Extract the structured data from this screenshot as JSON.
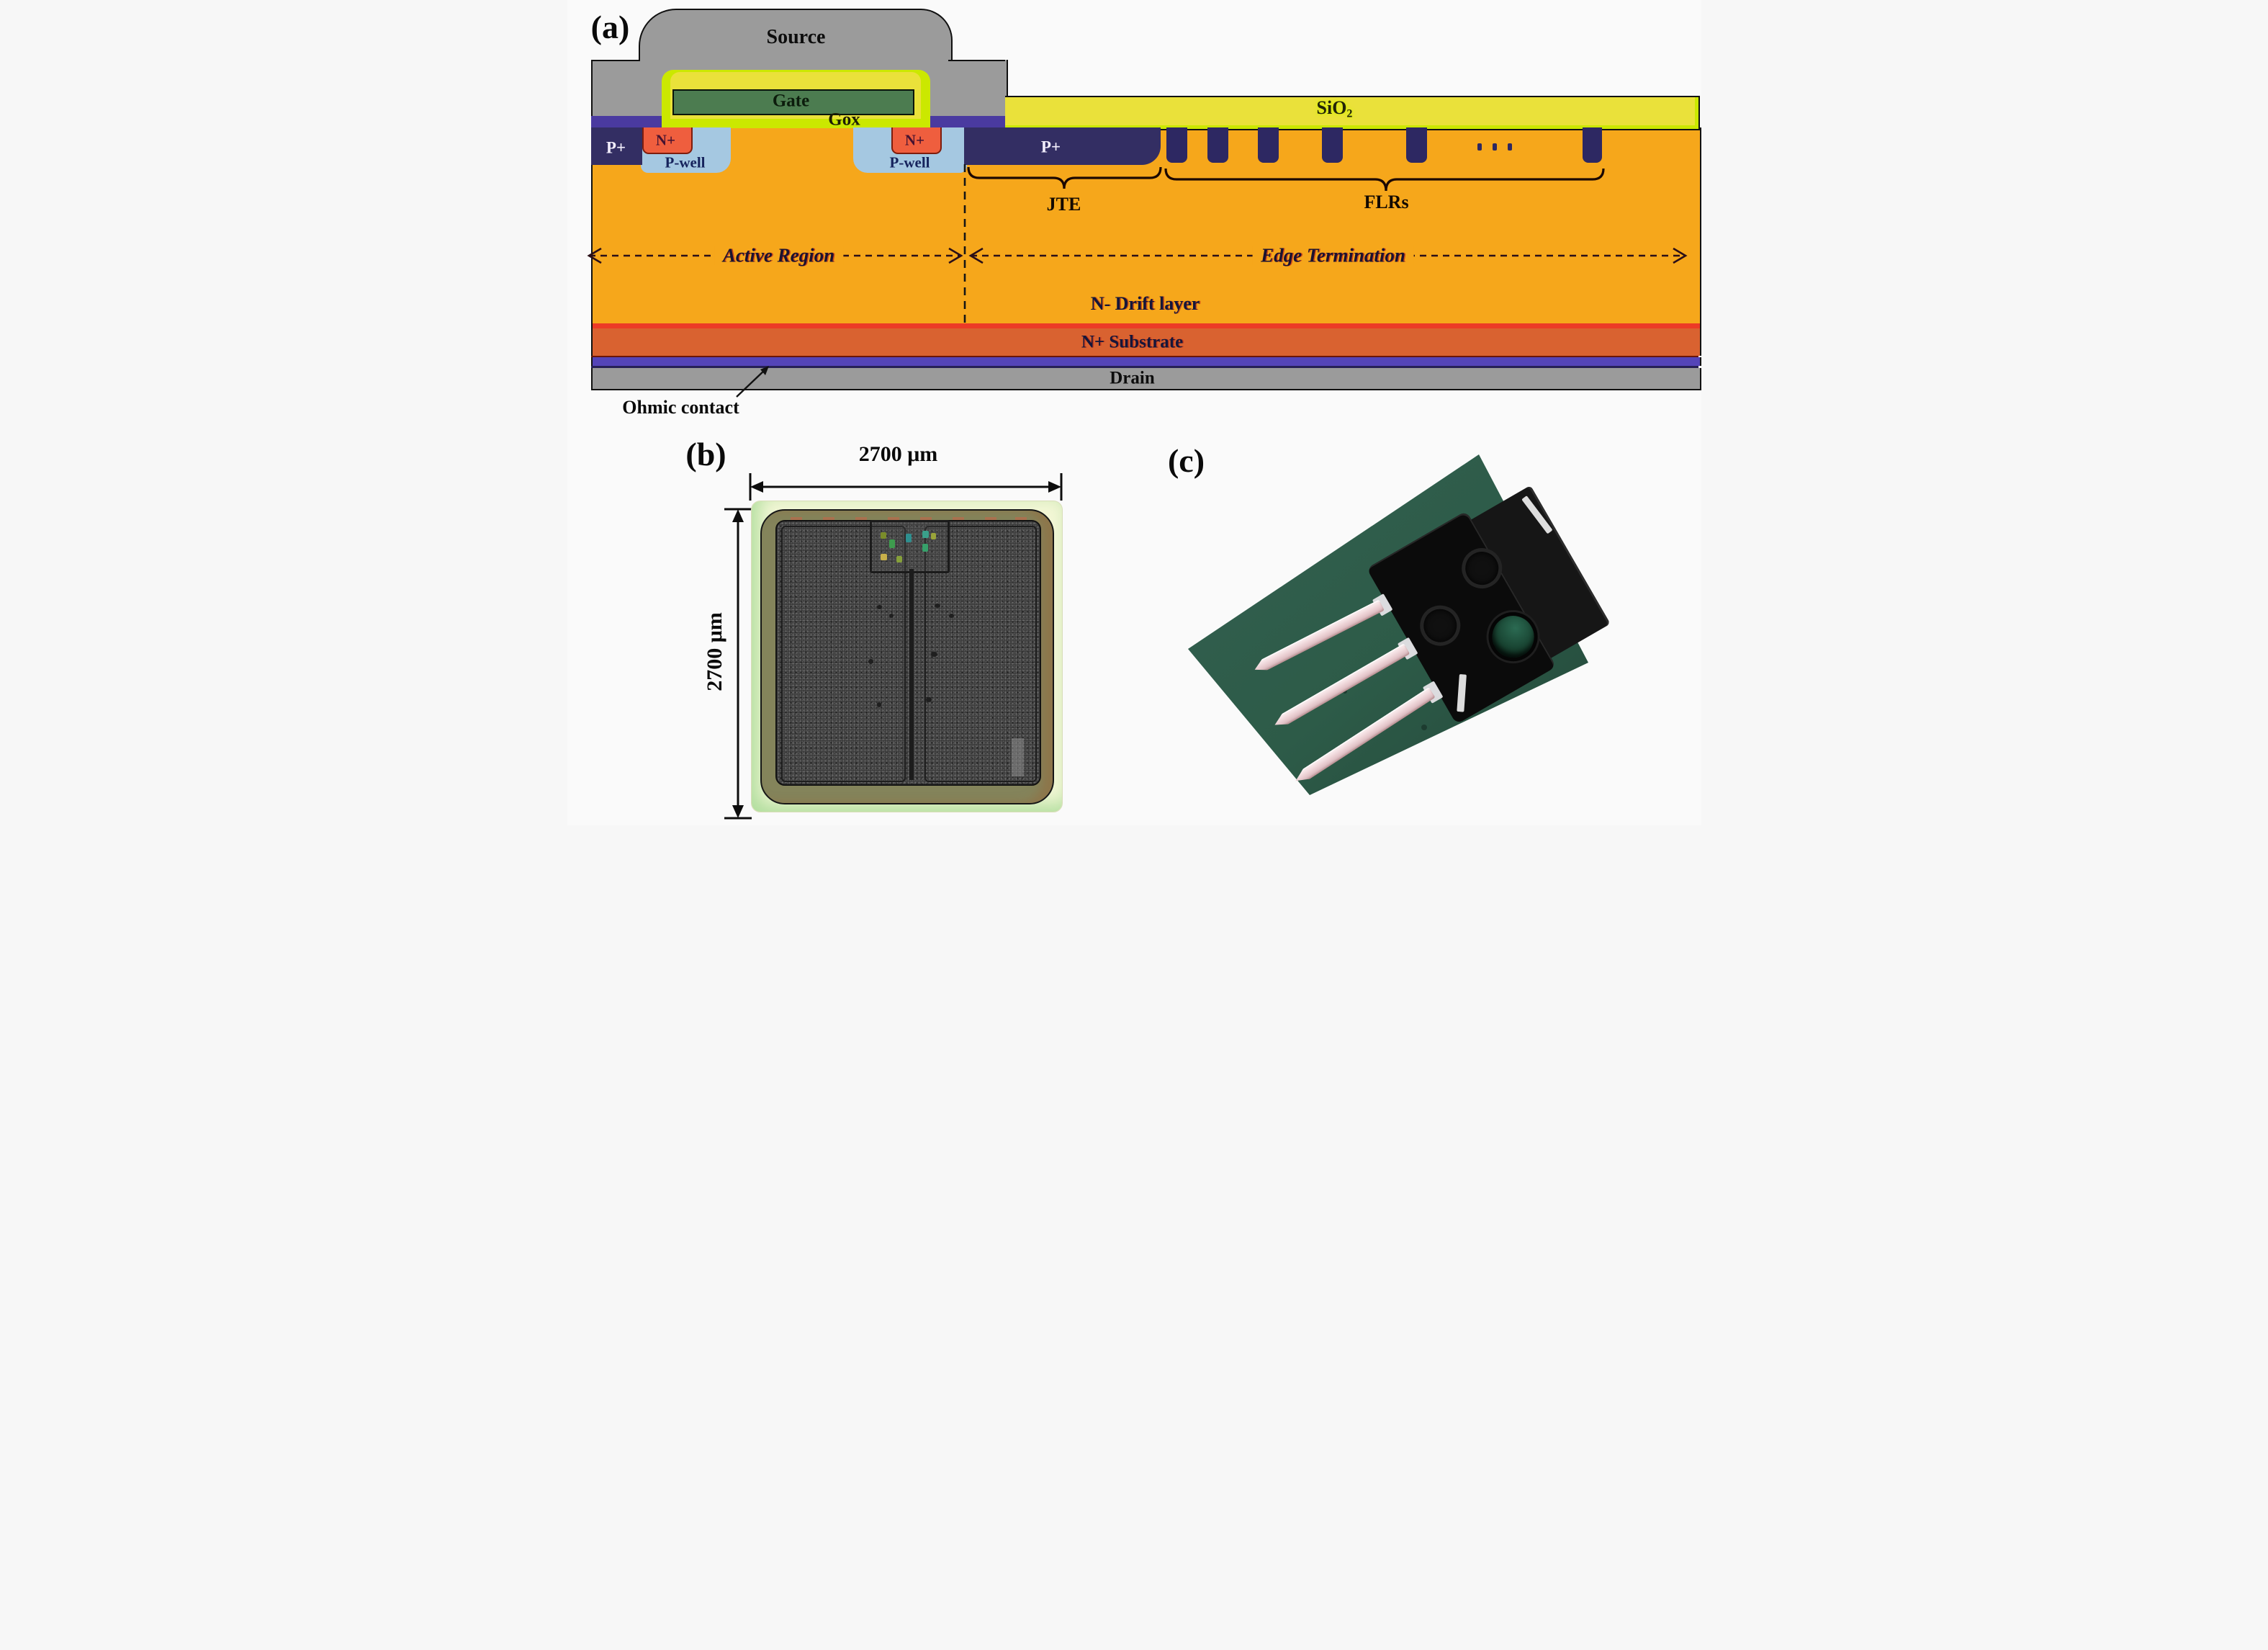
{
  "colors": {
    "drift_orange": "#F6A71B",
    "substrate_red": "#D96230",
    "substrate_top_red": "#EC3A26",
    "ohmic_purple": "#5444B8",
    "metal_gray": "#9B9B9B",
    "oxide_yellow": "#EAE13A",
    "oxide_chartreuse": "#CBE800",
    "gate_green": "#4C7C50",
    "p_plus_navy": "#332E63",
    "n_plus_orange": "#EF5E3E",
    "p_well_blue": "#A5C8E1",
    "die_ring_olive": "#84845B",
    "board_green": "#2D5B48",
    "lead_pink": "#EFD9DB"
  },
  "panel_a": {
    "tag": "(a)",
    "source": "Source",
    "gate": "Gate",
    "gox": "Gox",
    "sio2_base": "SiO",
    "sio2_sub": "2",
    "p_plus_left": "P+",
    "n_plus_left": "N+",
    "p_well_left": "P-well",
    "n_plus_right": "N+",
    "p_well_right": "P-well",
    "p_plus_jte": "P+",
    "jte": "JTE",
    "flrs": "FLRs",
    "flr_ring_count": 6,
    "active_region": "Active Region",
    "edge_termination": "Edge Termination",
    "drift_label": "N- Drift layer",
    "substrate_label": "N+ Substrate",
    "drain_label": "Drain",
    "ohmic_label": "Ohmic contact"
  },
  "panel_b": {
    "tag": "(b)",
    "width_label": "2700 μm",
    "height_label": "2700 μm"
  },
  "panel_c": {
    "tag": "(c)"
  }
}
